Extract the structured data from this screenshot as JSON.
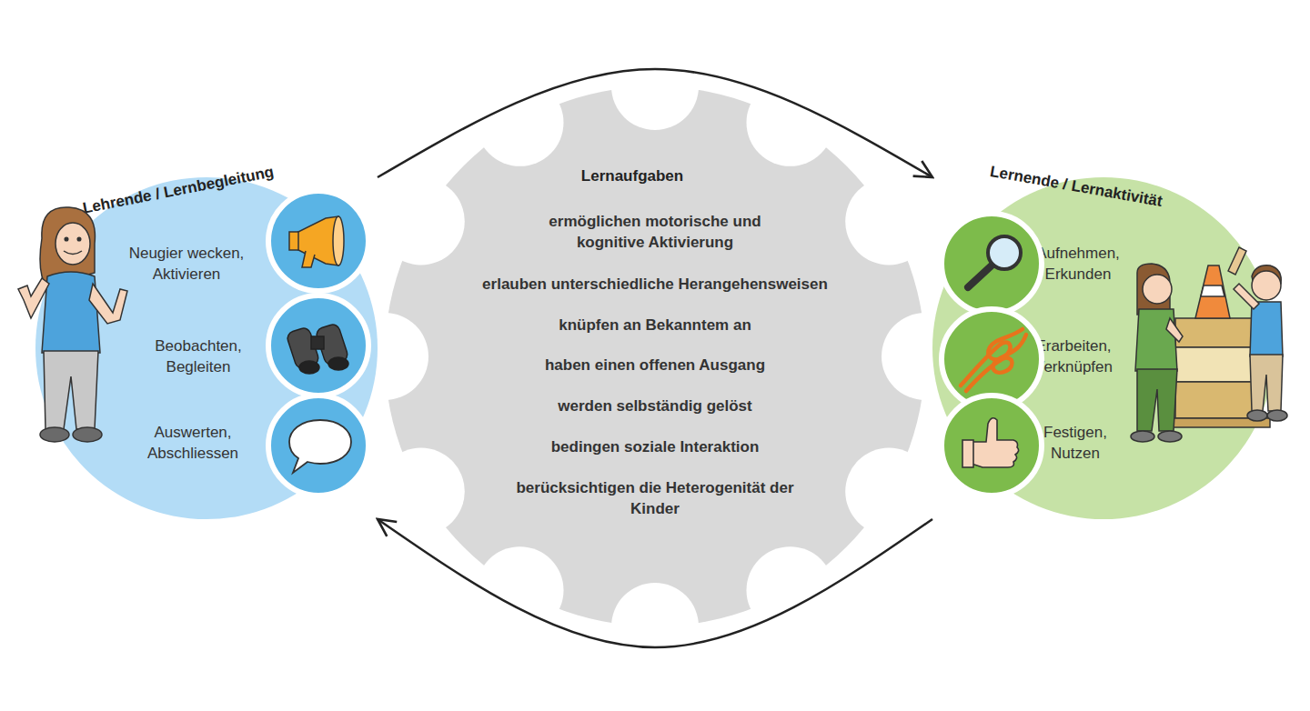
{
  "diagram": {
    "nodes": [
      {
        "text": [
          "Lehrende / Lernbegleitung",
          "Neugier wecken, Aktivieren",
          "Beobachten, Begleiten",
          "Auswerten, Abschliessen"
        ]
      },
      {
        "text": [
          "Lernaufgaben",
          "ermöglichen motorische und kognitive Aktivierung",
          "erlauben unterschiedliche Herangehensweisen",
          "knüpfen an Bekanntem an",
          "haben einen offenen Ausgang",
          "werden selbständig gelöst",
          "bedingen soziale Interaktion",
          "berücksichtigen die Heterogenität der Kinder"
        ]
      },
      {
        "text": [
          "Lernende / Lernaktivität",
          "Aufnehmen, Erkunden",
          "Erarbeiten, Verknüpfen",
          "Festigen, Nutzen"
        ]
      }
    ],
    "edges": [
      {
        "from": 0,
        "to": 2,
        "arrow": "to"
      },
      {
        "from": 2,
        "to": 0,
        "arrow": "to"
      }
    ]
  }
}
